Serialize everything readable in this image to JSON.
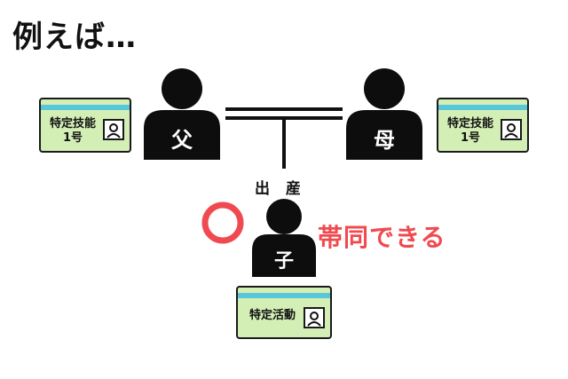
{
  "title": "例えば…",
  "father": {
    "label": "父",
    "card_text": "特定技能\n1号"
  },
  "mother": {
    "label": "母",
    "card_text": "特定技能\n1号"
  },
  "child": {
    "label": "子",
    "card_text": "特定活動"
  },
  "birth_label": "出 産",
  "result_label": "帯同できる",
  "colors": {
    "person": "#0d0d0d",
    "card_bg": "#d4efb6",
    "card_stripe": "#57c7d9",
    "ok_mark": "#f04a50"
  },
  "icons": [
    "person-icon",
    "id-photo-icon",
    "circle-ok-icon"
  ]
}
